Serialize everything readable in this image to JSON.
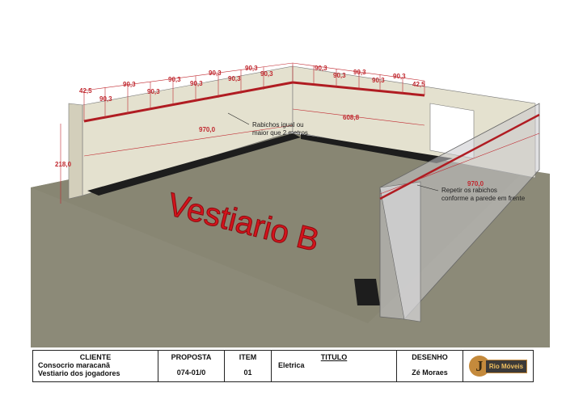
{
  "drawing": {
    "room_label": "Vestiario B",
    "dimensions": {
      "left_segments": [
        "42,5",
        "90,3",
        "90,3",
        "90,3",
        "90,3",
        "90,3",
        "90,3",
        "90,3",
        "90,3",
        "90,3"
      ],
      "right_segments": [
        "90,3",
        "90,3",
        "90,3",
        "90,3",
        "90,3",
        "42,5"
      ],
      "left_length": "970,0",
      "right_length": "608,8",
      "height": "218,0",
      "front_length": "970,0"
    },
    "notes": {
      "note1_line1": "Rabichos igual ou",
      "note1_line2": "maior que 2 metros",
      "note2_line1": "Repetir os rabichos",
      "note2_line2": "conforme a parede em frente"
    }
  },
  "title_block": {
    "cliente_header": "CLIENTE",
    "cliente_line1": "Consocrio maracanã",
    "cliente_line2": "Vestiario dos jogadores",
    "proposta_header": "PROPOSTA",
    "proposta_value": "074-01/0",
    "item_header": "ITEM",
    "item_value": "01",
    "titulo_header": "TITULO",
    "titulo_value": "Eletrica",
    "desenho_header": "DESENHO",
    "desenho_value": "Zé Moraes",
    "logo_letter": "J",
    "logo_text": "Rio Móveis"
  },
  "colors": {
    "floor": "#8c8a78",
    "wall": "#e4e1cf",
    "conduit": "#b01c22",
    "dimension": "#c0282f"
  }
}
